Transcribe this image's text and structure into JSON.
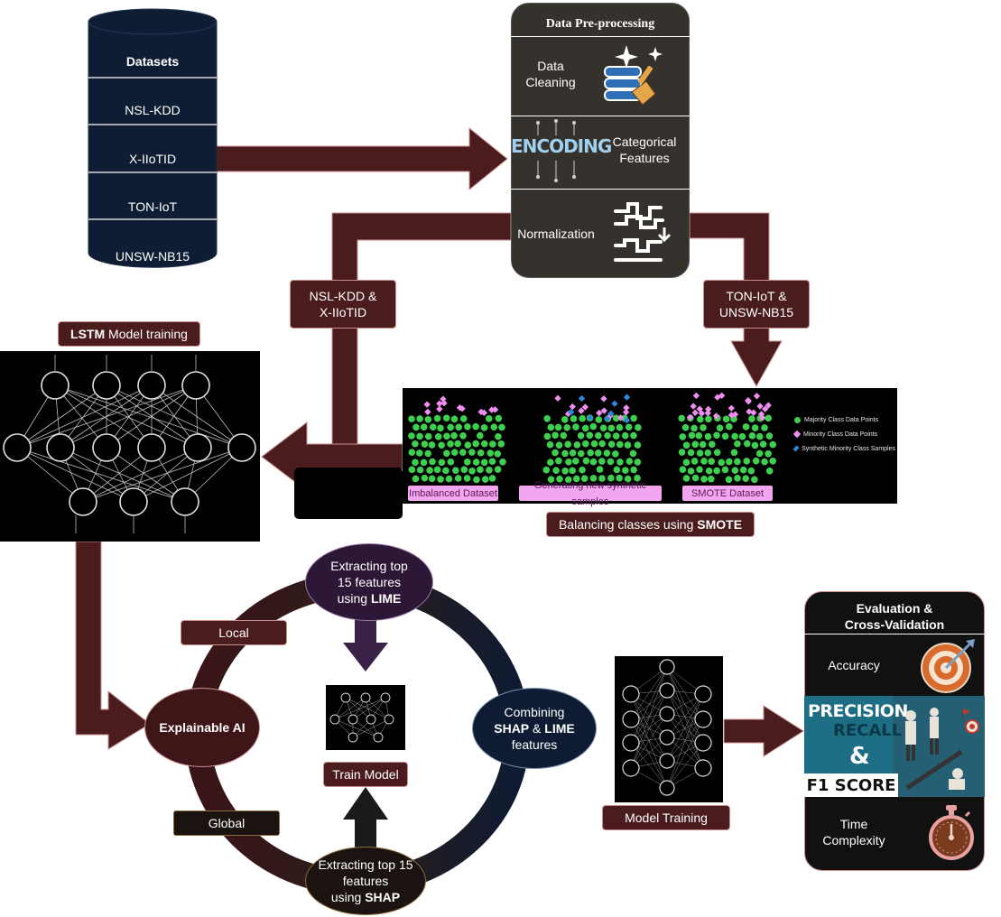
{
  "datasets": {
    "title": "Datasets",
    "items": [
      "NSL-KDD",
      "X-IIoTID",
      "TON-IoT",
      "UNSW-NB15"
    ]
  },
  "preprocessing": {
    "title": "Data Pre-processing",
    "cleaning_line1": "Data",
    "cleaning_line2": "Cleaning",
    "encoding_art": "ENCODING",
    "categorical_line1": "Categorical",
    "categorical_line2": "Features",
    "normalization": "Normalization"
  },
  "branch_labels": {
    "left_line1": "NSL-KDD &",
    "left_line2": "X-IIoTID",
    "right_line1": "TON-IoT &",
    "right_line2": "UNSW-NB15"
  },
  "lstm": {
    "title_bold": "LSTM",
    "title_rest": " Model training"
  },
  "smote": {
    "panels": [
      "Imbalanced Dataset",
      "Generating new synthetic samples",
      "SMOTE Dataset"
    ],
    "legend": [
      "Majority Class Data Points",
      "Minority Class Data Points",
      "Synthetic Minority Class Samples"
    ],
    "caption_pre": "Balancing classes using ",
    "caption_bold": "SMOTE"
  },
  "xai": {
    "center": "Explainable AI",
    "local": "Local",
    "global": "Global",
    "lime_line1": "Extracting top",
    "lime_line2": "15 features",
    "lime_line3_pre": "using ",
    "lime_line3_bold": "LIME",
    "shap_line1": "Extracting top 15",
    "shap_line2": "features",
    "shap_line3_pre": "using ",
    "shap_line3_bold": "SHAP",
    "combine_line1": "Combining",
    "combine_bold1": "SHAP",
    "combine_mid": " & ",
    "combine_bold2": "LIME",
    "combine_line3": "features",
    "train_model": "Train Model"
  },
  "model_training": "Model Training",
  "evaluation": {
    "title_line1": "Evaluation &",
    "title_line2": "Cross-Validation",
    "accuracy": "Accuracy",
    "precision_art": "PRECISION",
    "recall_art": "RECALL",
    "amp_art": "&",
    "f1_art": "F1 SCORE",
    "time_line1": "Time",
    "time_line2": "Complexity"
  },
  "colors": {
    "arrow": "#4a1c1d",
    "panel_dark": "#35312c",
    "cylinder": "#0e1d33",
    "majority": "#3fcf4f",
    "minority": "#f08ef0",
    "synthetic": "#2e86d9",
    "node_dark": "#3f1618",
    "node_navy": "#0e1b33"
  }
}
